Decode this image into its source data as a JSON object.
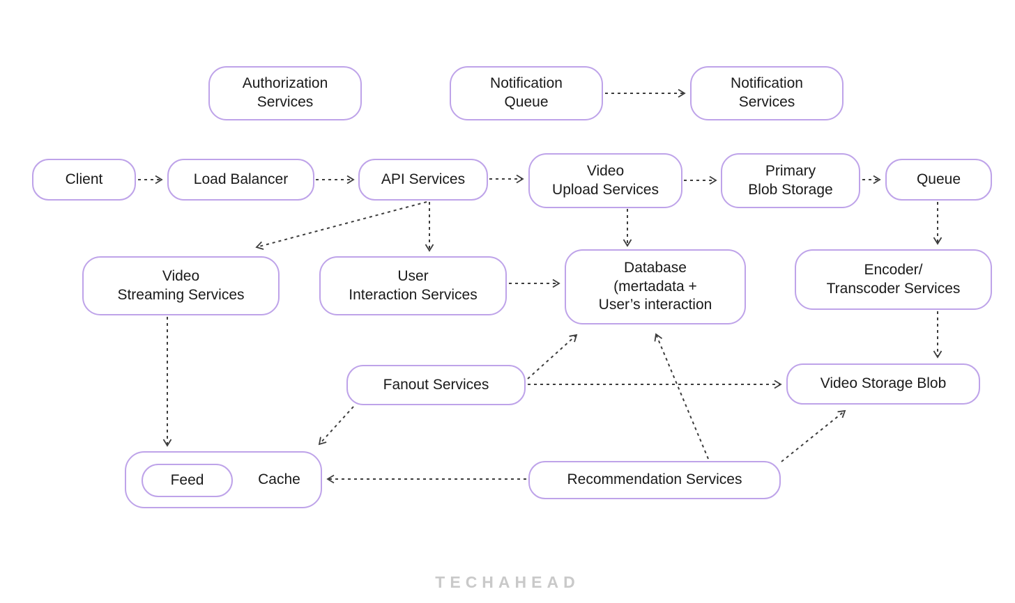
{
  "diagram": {
    "watermark": "TECHAHEAD",
    "colors": {
      "node_border": "#bea3e9",
      "node_fill": "#ffffff",
      "arrow": "#3c3c3c",
      "text": "#1a1a1a",
      "watermark": "#c9c9c9",
      "background": "#ffffff"
    },
    "nodes": {
      "authorization_services": {
        "label": "Authorization\nServices"
      },
      "notification_queue": {
        "label": "Notification\nQueue"
      },
      "notification_services": {
        "label": "Notification\nServices"
      },
      "client": {
        "label": "Client"
      },
      "load_balancer": {
        "label": "Load Balancer"
      },
      "api_services": {
        "label": "API Services"
      },
      "video_upload_services": {
        "label": "Video\nUpload Services"
      },
      "primary_blob_storage": {
        "label": "Primary\nBlob Storage"
      },
      "queue": {
        "label": "Queue"
      },
      "video_streaming_services": {
        "label": "Video\nStreaming Services"
      },
      "user_interaction_services": {
        "label": "User\nInteraction Services"
      },
      "database": {
        "label": "Database\n(mertadata +\nUser’s interaction"
      },
      "encoder_transcoder_services": {
        "label": "Encoder/\nTranscoder Services"
      },
      "fanout_services": {
        "label": "Fanout Services"
      },
      "video_storage_blob": {
        "label": "Video Storage Blob"
      },
      "feed": {
        "label": "Feed"
      },
      "cache": {
        "label": "Cache"
      },
      "recommendation_services": {
        "label": "Recommendation Services"
      }
    },
    "edges": [
      {
        "from": "notification_queue",
        "to": "notification_services"
      },
      {
        "from": "client",
        "to": "load_balancer"
      },
      {
        "from": "load_balancer",
        "to": "api_services"
      },
      {
        "from": "api_services",
        "to": "video_upload_services"
      },
      {
        "from": "video_upload_services",
        "to": "primary_blob_storage"
      },
      {
        "from": "primary_blob_storage",
        "to": "queue"
      },
      {
        "from": "queue",
        "to": "encoder_transcoder_services"
      },
      {
        "from": "encoder_transcoder_services",
        "to": "video_storage_blob"
      },
      {
        "from": "api_services",
        "to": "video_streaming_services"
      },
      {
        "from": "api_services",
        "to": "user_interaction_services"
      },
      {
        "from": "video_upload_services",
        "to": "database"
      },
      {
        "from": "user_interaction_services",
        "to": "database"
      },
      {
        "from": "video_streaming_services",
        "to": "cache"
      },
      {
        "from": "fanout_services",
        "to": "cache"
      },
      {
        "from": "fanout_services",
        "to": "database"
      },
      {
        "from": "fanout_services",
        "to": "video_storage_blob"
      },
      {
        "from": "recommendation_services",
        "to": "database"
      },
      {
        "from": "recommendation_services",
        "to": "video_storage_blob"
      },
      {
        "from": "recommendation_services",
        "to": "cache"
      }
    ]
  }
}
